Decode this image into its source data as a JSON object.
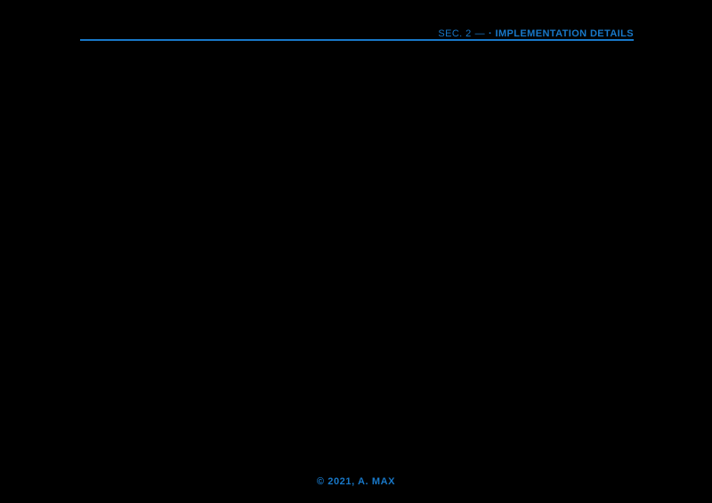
{
  "colors": {
    "background": "#000000",
    "accent": "#1878c8"
  },
  "header": {
    "section": "SEC. 2",
    "separator": "—",
    "title": "· IMPLEMENTATION DETAILS"
  },
  "footer": {
    "text": "© 2021, A. MAX"
  }
}
